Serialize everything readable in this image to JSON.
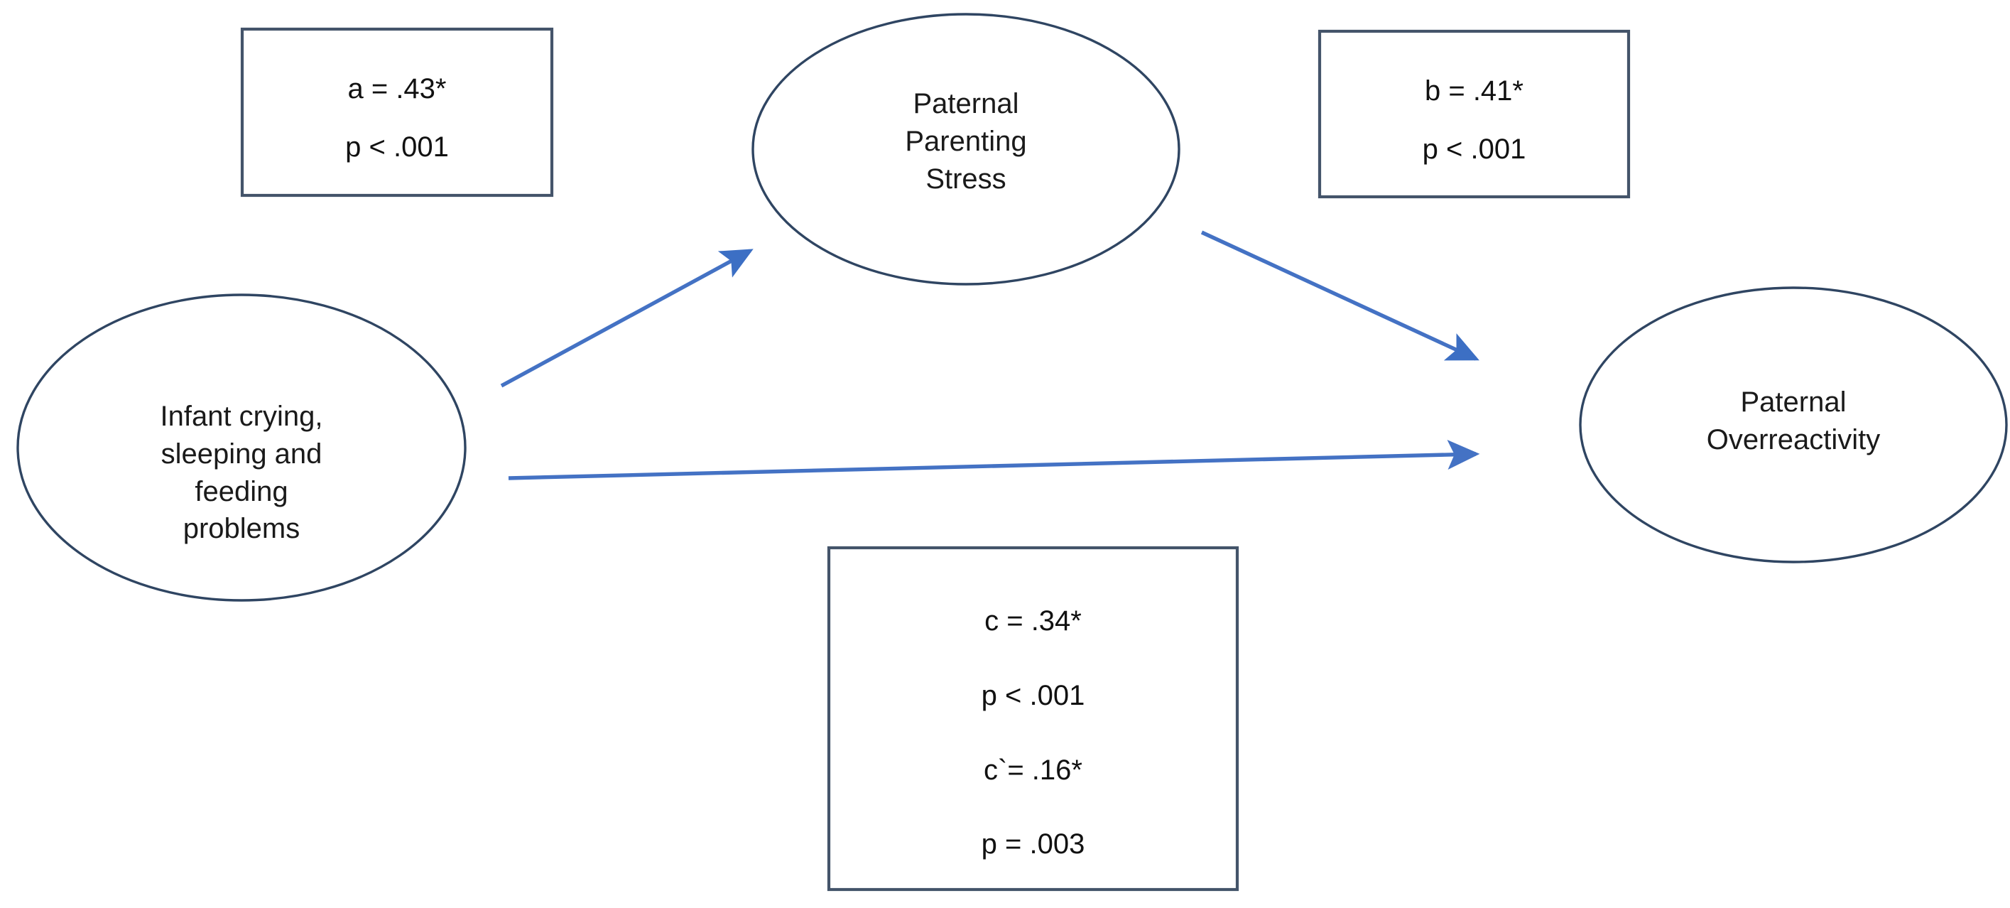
{
  "diagram": {
    "type": "mediation-path-diagram",
    "colors": {
      "node_outline": "#2F4562",
      "box_border": "#44546A",
      "arrow": "#4472C4",
      "text": "#111111",
      "background": "#FFFFFF"
    },
    "nodes": [
      {
        "id": "source",
        "role": "predictor",
        "shape": "ellipse",
        "label": "Infant crying,\nsleeping and\nfeeding\nproblems"
      },
      {
        "id": "mediator",
        "role": "mediator",
        "shape": "ellipse",
        "label": "Paternal\nParenting\nStress"
      },
      {
        "id": "outcome",
        "role": "outcome",
        "shape": "ellipse",
        "label": "Paternal\nOverreactivity"
      }
    ],
    "paths": [
      {
        "id": "path-a",
        "from": "source",
        "to": "mediator",
        "arrow": true,
        "label_box": "box-a"
      },
      {
        "id": "path-b",
        "from": "mediator",
        "to": "outcome",
        "arrow": true,
        "label_box": "box-b"
      },
      {
        "id": "path-c",
        "from": "source",
        "to": "outcome",
        "arrow": true,
        "label_box": "box-c"
      }
    ],
    "stat_boxes": [
      {
        "id": "box-a",
        "for_path": "path-a",
        "lines": [
          "a = .43*",
          "p < .001"
        ],
        "text": "a = .43*\np < .001"
      },
      {
        "id": "box-b",
        "for_path": "path-b",
        "lines": [
          "b = .41*",
          "p < .001"
        ],
        "text": "b = .41*\np < .001"
      },
      {
        "id": "box-c",
        "for_path": "path-c",
        "lines": [
          "c = .34*",
          "p < .001",
          "c`= .16*",
          "p = .003"
        ],
        "text": "c = .34*\np < .001\nc`= .16*\np = .003"
      }
    ],
    "coefficients": {
      "a": {
        "estimate": 0.43,
        "display": "a = .43*",
        "p_display": "p < .001",
        "significant": true
      },
      "b": {
        "estimate": 0.41,
        "display": "b = .41*",
        "p_display": "p < .001",
        "significant": true
      },
      "c_total": {
        "estimate": 0.34,
        "display": "c = .34*",
        "p_display": "p < .001",
        "significant": true
      },
      "c_prime_direct": {
        "estimate": 0.16,
        "display": "c`= .16*",
        "p_display": "p = .003",
        "significant": true
      }
    }
  }
}
